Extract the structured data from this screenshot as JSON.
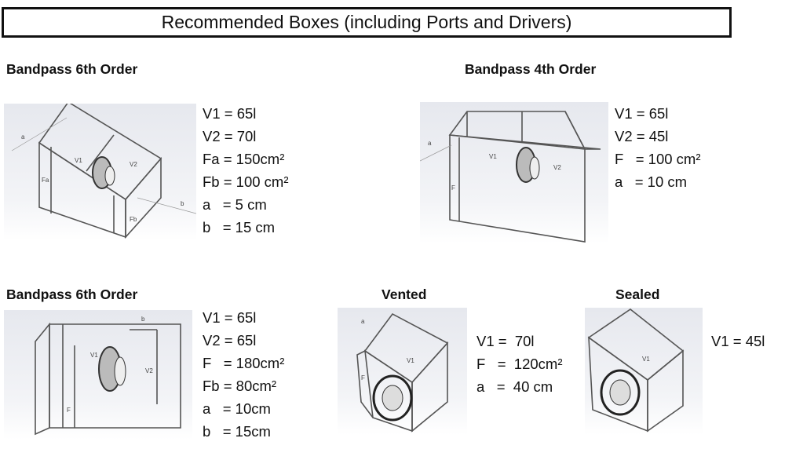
{
  "title": "Recommended Boxes (including Ports and Drivers)",
  "boxes": [
    {
      "heading": "Bandpass 6th Order",
      "specs": [
        "V1 = 65l",
        "V2 = 70l",
        "Fa = 150cm²",
        "Fb = 100 cm²",
        "a   = 5 cm",
        "b   = 15 cm"
      ],
      "labels": {
        "v1": "V1",
        "v2": "V2",
        "fa": "Fa",
        "fb": "Fb",
        "a": "a",
        "b": "b"
      }
    },
    {
      "heading": "Bandpass 4th Order",
      "specs": [
        "V1 = 65l",
        "V2 = 45l",
        "F   = 100 cm²",
        "a   = 10 cm"
      ],
      "labels": {
        "v1": "V1",
        "v2": "V2",
        "f": "F",
        "a": "a"
      }
    },
    {
      "heading": "Bandpass 6th Order",
      "specs": [
        "V1 = 65l",
        "V2 = 65l",
        "F   = 180cm²",
        "Fb = 80cm²",
        "a   = 10cm",
        "b   = 15cm"
      ],
      "labels": {
        "v1": "V1",
        "v2": "V2",
        "f": "F",
        "b": "b"
      }
    },
    {
      "heading": "Vented",
      "specs": [
        "V1 =  70l",
        "F   =  120cm²",
        "a   =  40 cm"
      ],
      "labels": {
        "v1": "V1",
        "f": "F",
        "a": "a"
      }
    },
    {
      "heading": "Sealed",
      "specs": [
        "V1 = 45l"
      ],
      "labels": {
        "v1": "V1"
      }
    }
  ]
}
